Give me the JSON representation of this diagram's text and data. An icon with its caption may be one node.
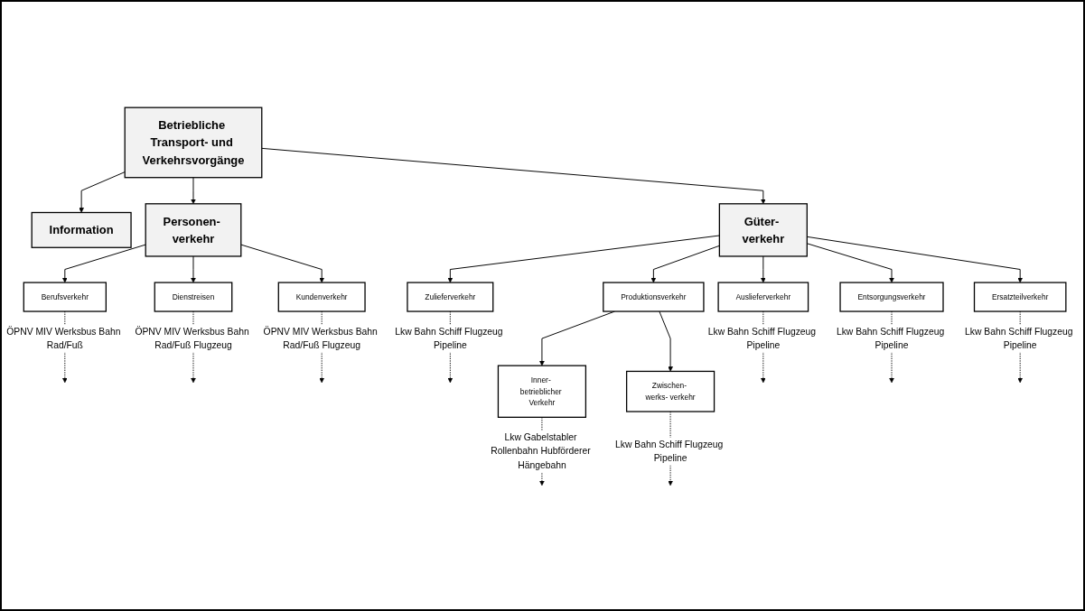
{
  "diagram": {
    "nodes": [
      {
        "text": [
          "Betriebliche Transport- und Verkehrsvorgänge"
        ]
      },
      {
        "text": [
          "Information"
        ]
      },
      {
        "text": [
          "Personen- verkehr"
        ]
      },
      {
        "text": [
          "Güter- verkehr"
        ]
      },
      {
        "text": [
          "Berufsverkehr"
        ]
      },
      {
        "text": [
          "Dienstreisen"
        ]
      },
      {
        "text": [
          "Kundenverkehr"
        ]
      },
      {
        "text": [
          "Zulieferverkehr"
        ]
      },
      {
        "text": [
          "Produktionsverkehr"
        ]
      },
      {
        "text": [
          "Auslieferverkehr"
        ]
      },
      {
        "text": [
          "Entsorgungsverkehr"
        ]
      },
      {
        "text": [
          "Ersatzteilverkehr"
        ]
      },
      {
        "text": [
          "Inner- betrieblicher Verkehr"
        ]
      },
      {
        "text": [
          "Zwischen- werks- verkehr"
        ]
      }
    ],
    "edges": [
      {
        "from": 0,
        "to": 1,
        "arrow": "to"
      },
      {
        "from": 0,
        "to": 2,
        "arrow": "to"
      },
      {
        "from": 0,
        "to": 3,
        "arrow": "to"
      },
      {
        "from": 2,
        "to": 4,
        "arrow": "to"
      },
      {
        "from": 2,
        "to": 5,
        "arrow": "to"
      },
      {
        "from": 2,
        "to": 6,
        "arrow": "to"
      },
      {
        "from": 3,
        "to": 7,
        "arrow": "to"
      },
      {
        "from": 3,
        "to": 8,
        "arrow": "to"
      },
      {
        "from": 3,
        "to": 9,
        "arrow": "to"
      },
      {
        "from": 3,
        "to": 10,
        "arrow": "to"
      },
      {
        "from": 3,
        "to": 11,
        "arrow": "to"
      },
      {
        "from": 8,
        "to": 12,
        "arrow": "to"
      },
      {
        "from": 8,
        "to": 13,
        "arrow": "to"
      },
      {
        "from": 4,
        "to": null,
        "arrow": "to",
        "style": "dashed",
        "label": "ÖPNV MIV Werksbus Bahn Rad/Fuß"
      },
      {
        "from": 5,
        "to": null,
        "arrow": "to",
        "style": "dashed",
        "label": "ÖPNV MIV Werksbus Bahn Rad/Fuß Flugzeug"
      },
      {
        "from": 6,
        "to": null,
        "arrow": "to",
        "style": "dashed",
        "label": "ÖPNV MIV Werksbus Bahn Rad/Fuß Flugzeug"
      },
      {
        "from": 7,
        "to": null,
        "arrow": "to",
        "style": "dashed",
        "label": "Lkw Bahn Schiff Flugzeug Pipeline"
      },
      {
        "from": 12,
        "to": null,
        "arrow": "to",
        "style": "dashed",
        "label": "Lkw Gabelstabler Rollenbahn Hubförderer Hängebahn"
      },
      {
        "from": 13,
        "to": null,
        "arrow": "to",
        "style": "dashed",
        "label": "Lkw Bahn Schiff Flugzeug Pipeline"
      },
      {
        "from": 9,
        "to": null,
        "arrow": "to",
        "style": "dashed",
        "label": "Lkw Bahn Schiff Flugzeug Pipeline"
      },
      {
        "from": 10,
        "to": null,
        "arrow": "to",
        "style": "dashed",
        "label": "Lkw Bahn Schiff Flugzeug Pipeline"
      },
      {
        "from": 11,
        "to": null,
        "arrow": "to",
        "style": "dashed",
        "label": "Lkw Bahn Schiff Flugzeug Pipeline"
      }
    ]
  }
}
